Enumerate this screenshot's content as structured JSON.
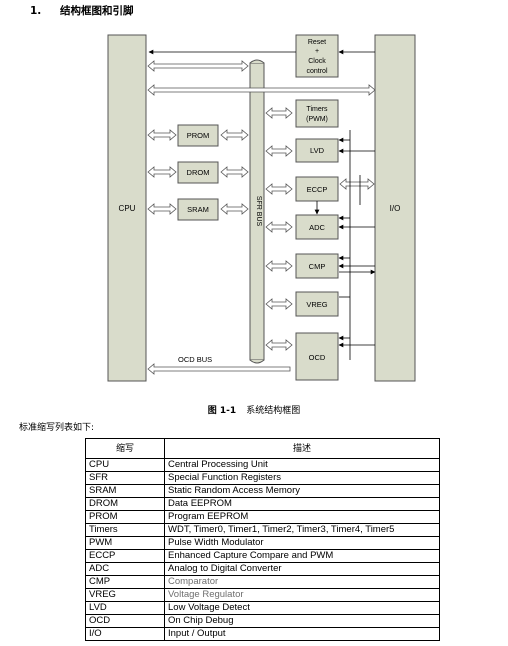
{
  "heading": {
    "number": "1.",
    "title": "结构框图和引脚"
  },
  "diagram": {
    "cpu_label": "CPU",
    "io_label": "I/O",
    "sfr_bus_label": "SFR BUS",
    "ocd_bus_label": "OCD BUS",
    "memory_blocks": [
      "PROM",
      "DROM",
      "SRAM"
    ],
    "reset_lines": [
      "Reset",
      "+",
      "Clock",
      "control"
    ],
    "timers_lines": [
      "Timers",
      "(PWM)"
    ],
    "peripherals": [
      "LVD",
      "ECCP",
      "ADC",
      "CMP",
      "VREG",
      "OCD"
    ]
  },
  "caption": {
    "figure": "图 1-1",
    "text": "系统结构框图"
  },
  "intro": "标准缩写列表如下:",
  "table": {
    "headers": [
      "缩写",
      "描述"
    ],
    "rows": [
      [
        "CPU",
        "Central Processing Unit"
      ],
      [
        "SFR",
        "Special Function Registers"
      ],
      [
        "SRAM",
        "Static Random Access Memory"
      ],
      [
        "DROM",
        "Data EEPROM"
      ],
      [
        "PROM",
        "Program EEPROM"
      ],
      [
        "Timers",
        "WDT, Timer0, Timer1, Timer2, Timer3, Timer4, Timer5"
      ],
      [
        "PWM",
        "Pulse Width Modulator"
      ],
      [
        "ECCP",
        "Enhanced Capture Compare and PWM"
      ],
      [
        "ADC",
        "Analog to Digital Converter"
      ],
      [
        "CMP",
        "Comparator"
      ],
      [
        "VREG",
        "Voltage Regulator"
      ],
      [
        "LVD",
        "Low Voltage Detect"
      ],
      [
        "OCD",
        "On Chip Debug"
      ],
      [
        "I/O",
        "Input / Output"
      ]
    ]
  }
}
